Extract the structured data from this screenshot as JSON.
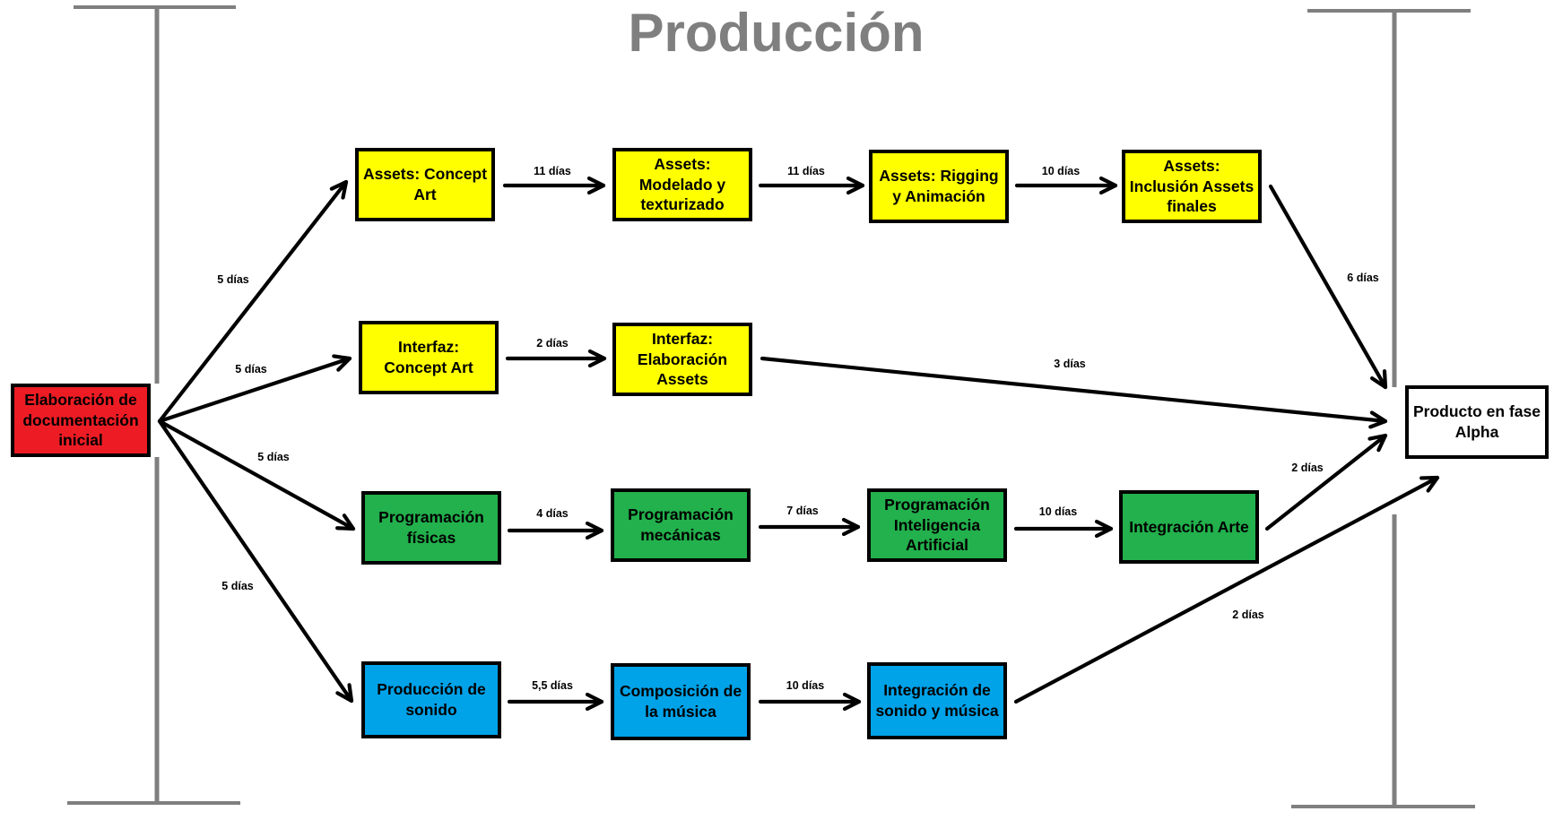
{
  "title": "Producción",
  "colors": {
    "red": "#ed1c24",
    "yellow": "#ffff00",
    "green": "#22b14c",
    "blue": "#00a2e8",
    "white": "#ffffff",
    "bracket": "#7f7f7f"
  },
  "nodes": {
    "start": "Elaboración de documentación inicial",
    "assets_concept": "Assets: Concept Art",
    "assets_modelado": "Assets: Modelado y texturizado",
    "assets_rigging": "Assets: Rigging y Animación",
    "assets_inclusion": "Assets: Inclusión Assets finales",
    "interfaz_concept": "Interfaz: Concept Art",
    "interfaz_elaboracion": "Interfaz: Elaboración Assets",
    "prog_fisicas": "Programación físicas",
    "prog_mecanicas": "Programación mecánicas",
    "prog_ia": "Programación Inteligencia Artificial",
    "integracion_arte": "Integración Arte",
    "prod_sonido": "Producción de sonido",
    "composicion_musica": "Composición de la música",
    "integracion_sonido": "Integración de sonido y música",
    "end": "Producto en fase Alpha"
  },
  "edges": {
    "start_assets": "5 días",
    "start_interfaz": "5 días",
    "start_prog": "5 días",
    "start_sonido": "5 días",
    "assets_1": "11 días",
    "assets_2": "11 días",
    "assets_3": "10 días",
    "assets_end": "6 días",
    "interfaz_1": "2 días",
    "interfaz_end": "3 días",
    "prog_1": "4 días",
    "prog_2": "7 días",
    "prog_3": "10 días",
    "prog_end": "2 días",
    "sonido_1": "5,5 días",
    "sonido_2": "10 días",
    "sonido_end": "2 días"
  }
}
